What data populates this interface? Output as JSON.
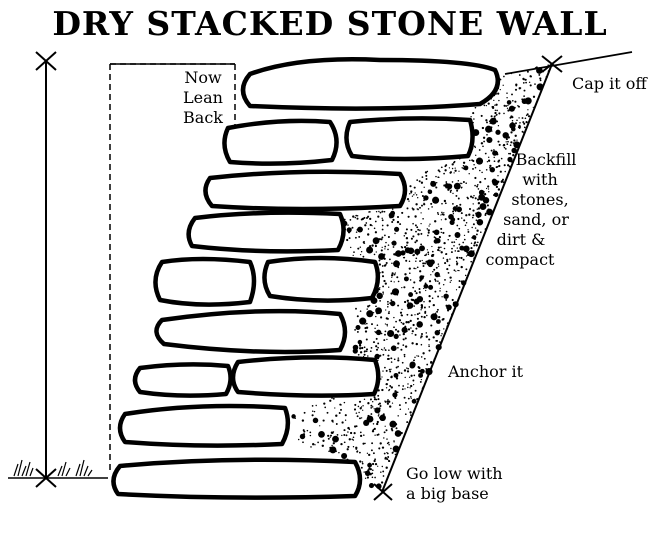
{
  "title": "DRY STACKED STONE WALL",
  "labels": {
    "lean_back": [
      "Now",
      "Lean",
      "Back"
    ],
    "cap_it_off": "Cap it off",
    "backfill": [
      "Backfill",
      "with",
      "stones,",
      "sand, or",
      "dirt &",
      "compact"
    ],
    "anchor_it": "Anchor it",
    "go_low": [
      "Go low with",
      "a big base"
    ]
  },
  "colors": {
    "ink": "#000000",
    "paper": "#ffffff"
  }
}
